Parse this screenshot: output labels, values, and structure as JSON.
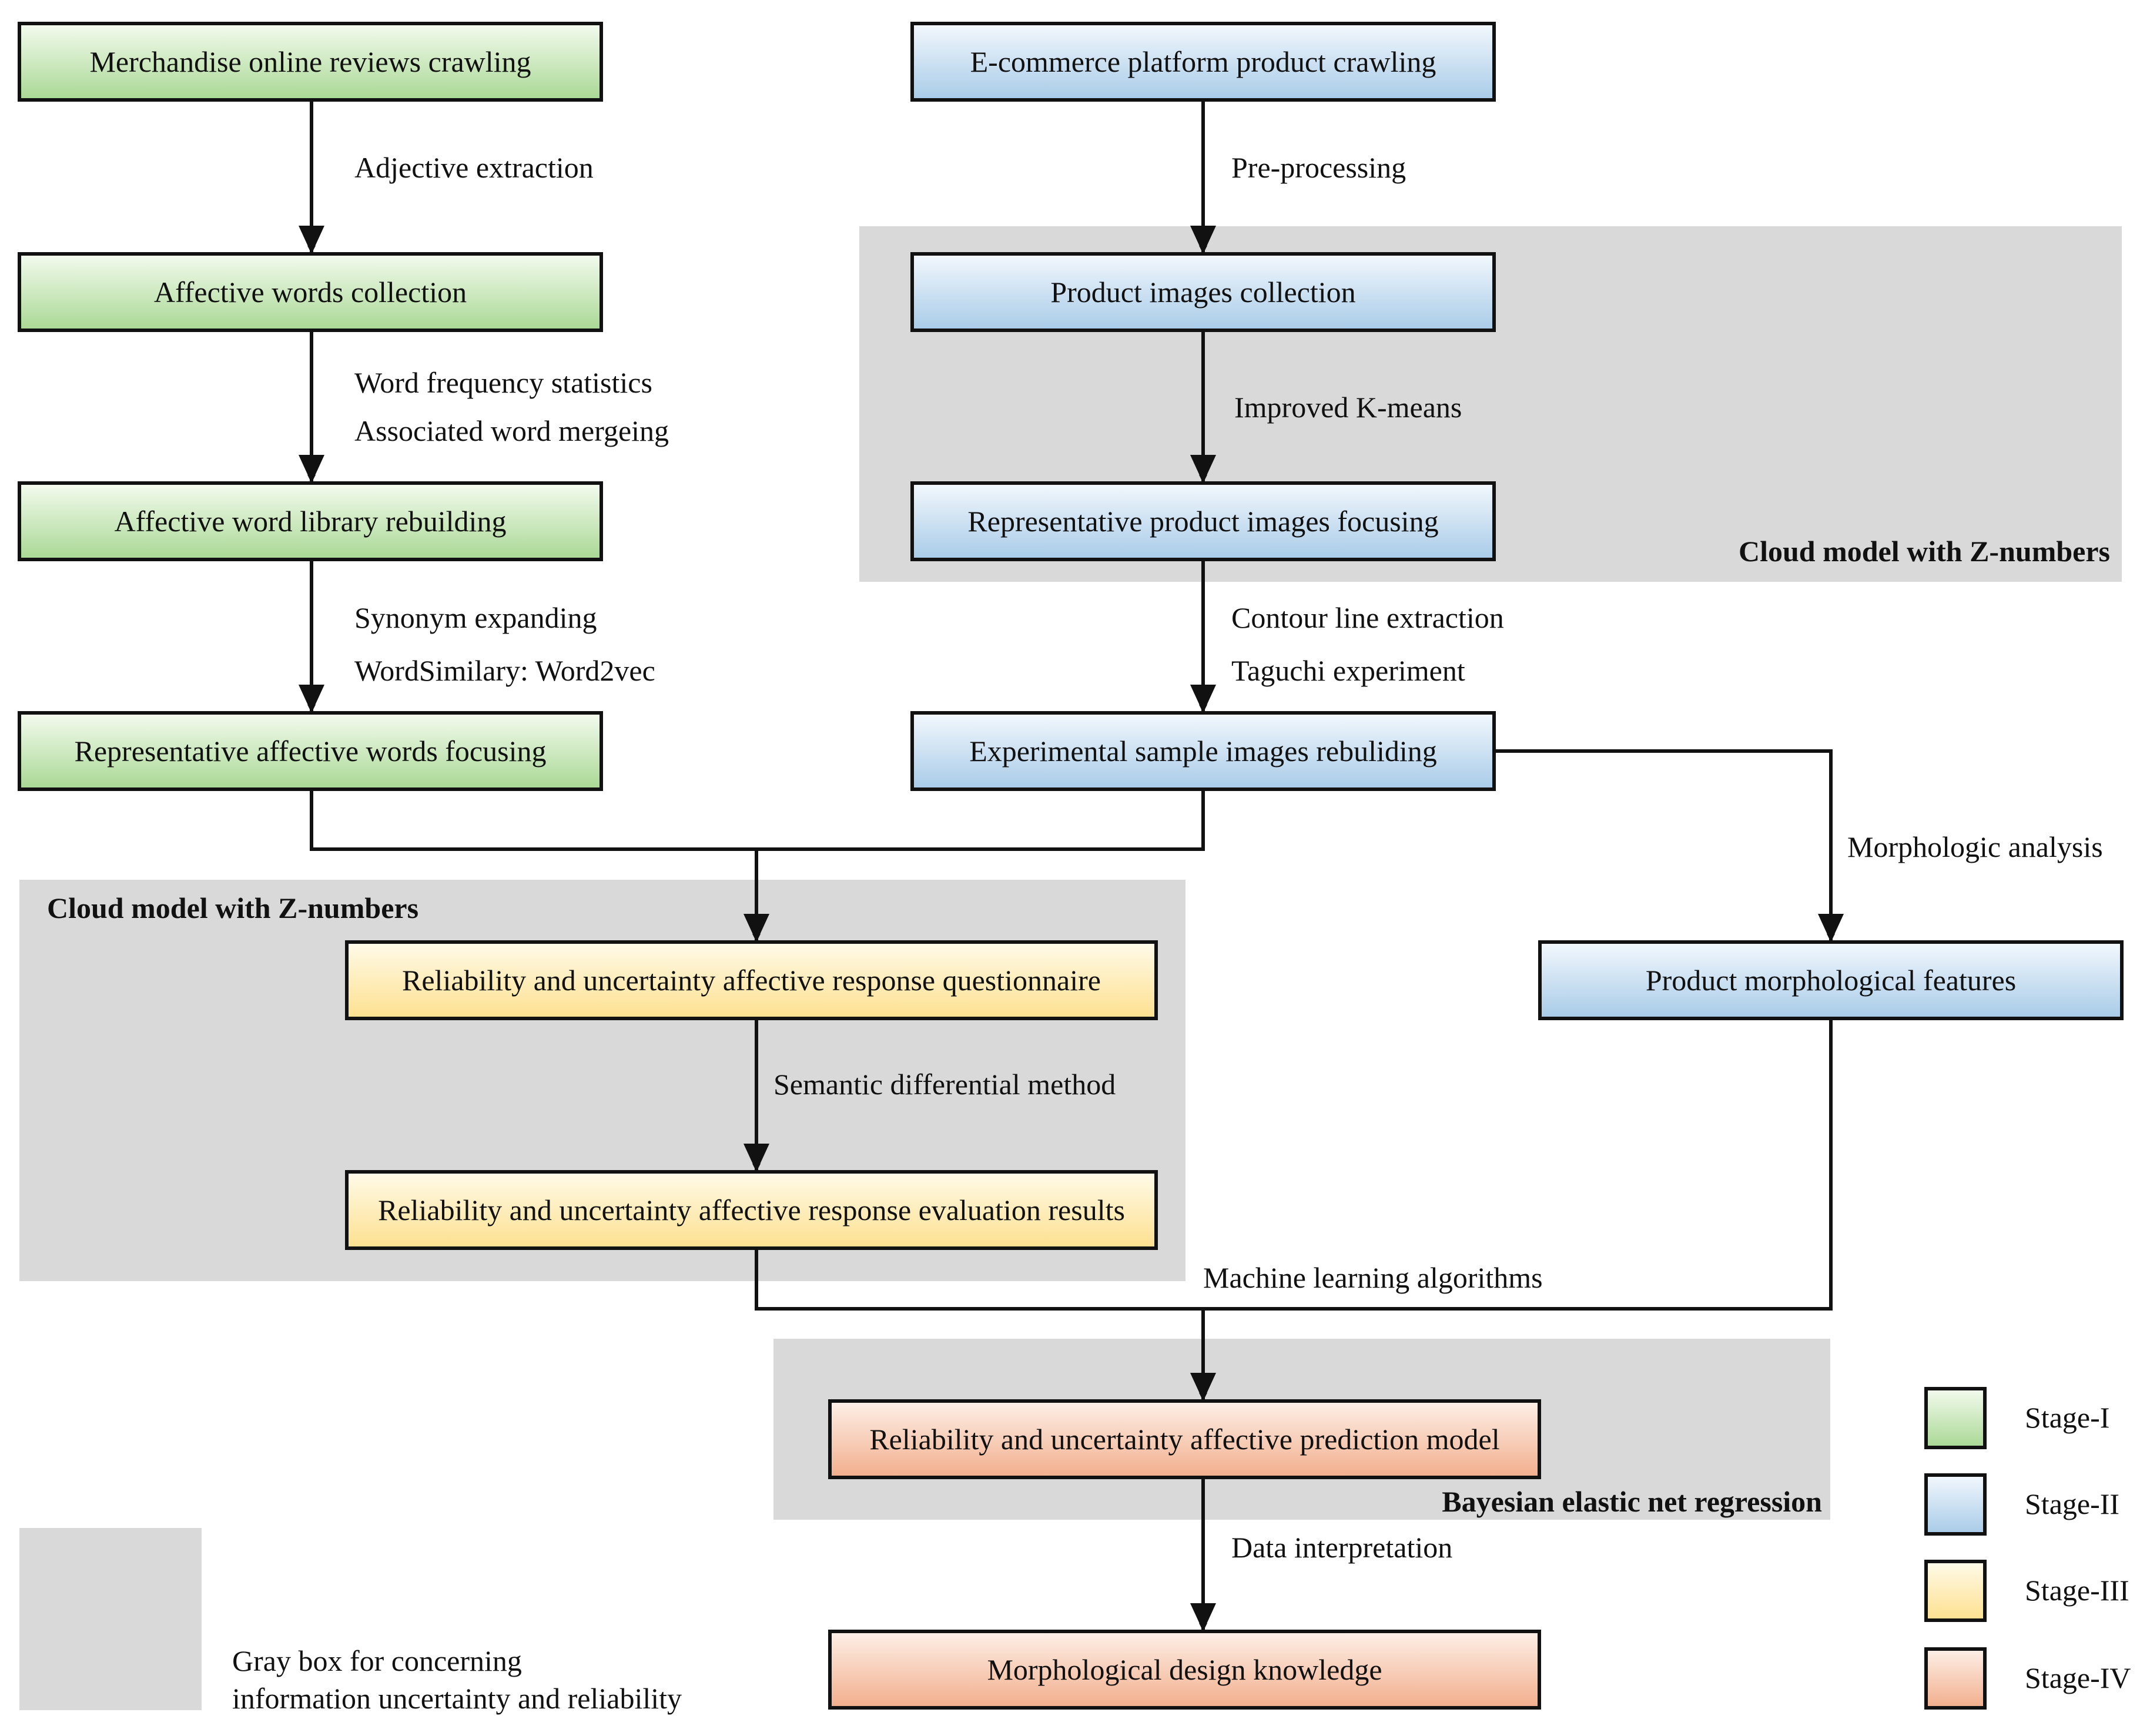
{
  "colors": {
    "stage1": {
      "top": "#f4fbef",
      "bottom": "#a9d894"
    },
    "stage2": {
      "top": "#f3f8fd",
      "bottom": "#a8cbe8"
    },
    "stage3": {
      "top": "#fffbea",
      "bottom": "#fde08f"
    },
    "stage4": {
      "top": "#fdf0e8",
      "bottom": "#f2ae8c"
    },
    "gray_region": "#d9d9d9",
    "stroke": "#111111"
  },
  "nodes": [
    {
      "id": "n1",
      "text": "Merchandise online reviews crawling",
      "stage": "stage1"
    },
    {
      "id": "n2",
      "text": "Affective words collection",
      "stage": "stage1"
    },
    {
      "id": "n3",
      "text": "Affective word library rebuilding",
      "stage": "stage1"
    },
    {
      "id": "n4",
      "text": "Representative affective words focusing",
      "stage": "stage1"
    },
    {
      "id": "n5",
      "text": "E-commerce platform product crawling",
      "stage": "stage2"
    },
    {
      "id": "n6",
      "text": "Product images collection",
      "stage": "stage2"
    },
    {
      "id": "n7",
      "text": "Representative product images focusing",
      "stage": "stage2"
    },
    {
      "id": "n8",
      "text": "Experimental sample images rebuliding",
      "stage": "stage2"
    },
    {
      "id": "n9",
      "text": "Product morphological features",
      "stage": "stage2"
    },
    {
      "id": "n10",
      "text": "Reliability and uncertainty affective response questionnaire",
      "stage": "stage3"
    },
    {
      "id": "n11",
      "text": "Reliability and uncertainty affective response evaluation results",
      "stage": "stage3"
    },
    {
      "id": "n12",
      "text": "Reliability and uncertainty affective prediction model",
      "stage": "stage4"
    },
    {
      "id": "n13",
      "text": "Morphological design knowledge",
      "stage": "stage4"
    }
  ],
  "edges": [
    {
      "from": "n1",
      "to": "n2",
      "labels": [
        "Adjective extraction"
      ]
    },
    {
      "from": "n2",
      "to": "n3",
      "labels": [
        "Word frequency statistics",
        "Associated word mergeing"
      ]
    },
    {
      "from": "n3",
      "to": "n4",
      "labels": [
        "Synonym expanding",
        "WordSimilary: Word2vec"
      ]
    },
    {
      "from": "n5",
      "to": "n6",
      "labels": [
        "Pre-processing"
      ]
    },
    {
      "from": "n6",
      "to": "n7",
      "labels": [
        "Improved K-means"
      ]
    },
    {
      "from": "n7",
      "to": "n8",
      "labels": [
        "Contour line extraction",
        "Taguchi experiment"
      ]
    },
    {
      "from": "n8",
      "to": "n9",
      "labels": [
        "Morphologic analysis"
      ]
    },
    {
      "from": "n4",
      "to": "n10",
      "labels": []
    },
    {
      "from": "n8",
      "to": "n10",
      "labels": []
    },
    {
      "from": "n10",
      "to": "n11",
      "labels": [
        "Semantic differential method"
      ]
    },
    {
      "from": "n11",
      "to": "n12",
      "labels": [
        "Machine learning algorithms"
      ]
    },
    {
      "from": "n9",
      "to": "n12",
      "labels": []
    },
    {
      "from": "n12",
      "to": "n13",
      "labels": [
        "Data interpretation"
      ]
    }
  ],
  "regions": [
    {
      "id": "r1",
      "label": "Cloud model with Z-numbers"
    },
    {
      "id": "r2",
      "label": "Cloud model with Z-numbers"
    },
    {
      "id": "r3",
      "label": "Bayesian elastic net regression"
    }
  ],
  "legend": {
    "items": [
      {
        "stage": "stage1",
        "label": "Stage-I"
      },
      {
        "stage": "stage2",
        "label": "Stage-II"
      },
      {
        "stage": "stage3",
        "label": "Stage-III"
      },
      {
        "stage": "stage4",
        "label": "Stage-IV"
      }
    ],
    "gray_note": [
      "Gray box for concerning",
      "information uncertainty and reliability"
    ]
  }
}
